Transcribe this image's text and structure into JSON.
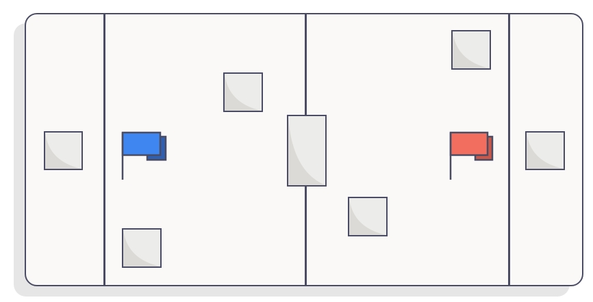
{
  "colors": {
    "line": "#4a4c63",
    "field_background": "#fbf9f8",
    "block_fill": "#ececea",
    "block_shade": "#dcdad6",
    "blue_flag": "#3f86f0",
    "blue_flag_back": "#2f5fae",
    "red_flag": "#f26e5f",
    "red_flag_back": "#c9574a"
  },
  "game": {
    "field": "playing-field",
    "flags": [
      {
        "team": "blue",
        "icon": "blue-flag-icon"
      },
      {
        "team": "red",
        "icon": "red-flag-icon"
      }
    ],
    "obstacles": [
      {
        "id": "left-endzone-block"
      },
      {
        "id": "top-left-block"
      },
      {
        "id": "bottom-left-block"
      },
      {
        "id": "center-block"
      },
      {
        "id": "top-right-block"
      },
      {
        "id": "bottom-right-block"
      },
      {
        "id": "right-endzone-block"
      }
    ]
  }
}
